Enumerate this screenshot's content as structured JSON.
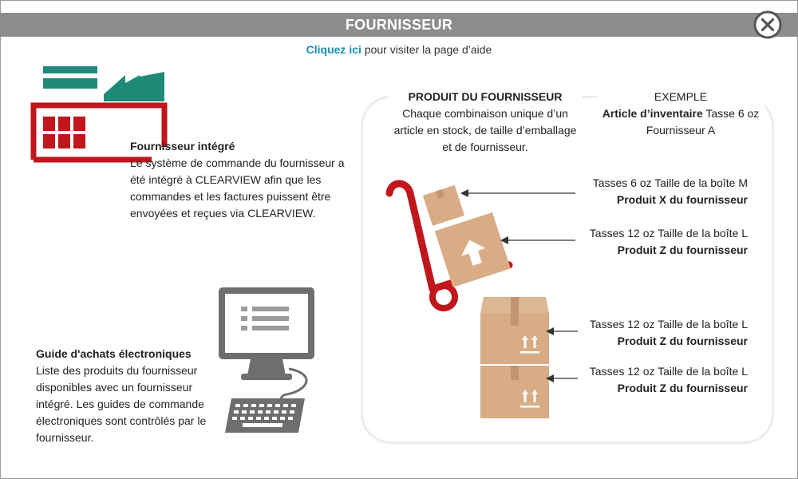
{
  "header": {
    "title": "FOURNISSEUR",
    "close_icon": "close-circle-x-icon"
  },
  "help": {
    "link": "Cliquez ici",
    "suffix": " pour visiter la page d’aide"
  },
  "integrated_supplier": {
    "icon": "factory-icon",
    "heading": "Fournisseur intégré",
    "body": "Le système de commande du fournisseur a été intégré à CLEARVIEW afin que les commandes et les factures puissent être envoyées et reçues via CLEARVIEW."
  },
  "e_purchasing": {
    "icon": "computer-keyboard-icon",
    "heading": "Guide d'achats électroniques",
    "body": "Liste des produits du fournisseur disponibles avec un fournisseur intégré. Les guides de commande électroniques sont contrôlés par le fournisseur."
  },
  "supplier_product": {
    "heading": "PRODUIT DU FOURNISSEUR",
    "description": "Chaque combinaison unique d’un article en stock, de taille d’emballage et de fournisseur.",
    "example_heading": "EXEMPLE",
    "example_bold": "Article d’inventaire",
    "example_text": " Tasse 6 oz Fournisseur A",
    "icons": [
      "hand-truck-boxes-icon",
      "stacked-boxes-icon"
    ],
    "rows": [
      {
        "line1": "Tasses 6 oz Taille de la boîte M",
        "line2": "Produit X du fournisseur"
      },
      {
        "line1": "Tasses 12 oz Taille de la boîte L",
        "line2": "Produit Z du fournisseur"
      },
      {
        "line1": "Tasses 12 oz Taille de la boîte L",
        "line2": "Produit Z du fournisseur"
      },
      {
        "line1": "Tasses 12 oz Taille de la boîte L",
        "line2": "Produit Z du fournisseur"
      }
    ]
  },
  "colors": {
    "title_bar": "#8c8c8c",
    "link": "#1a8fb3",
    "factory_red": "#c0161c",
    "factory_teal": "#1f8a78",
    "box_tan": "#d8ad86",
    "computer_gray": "#6e6e6e"
  }
}
